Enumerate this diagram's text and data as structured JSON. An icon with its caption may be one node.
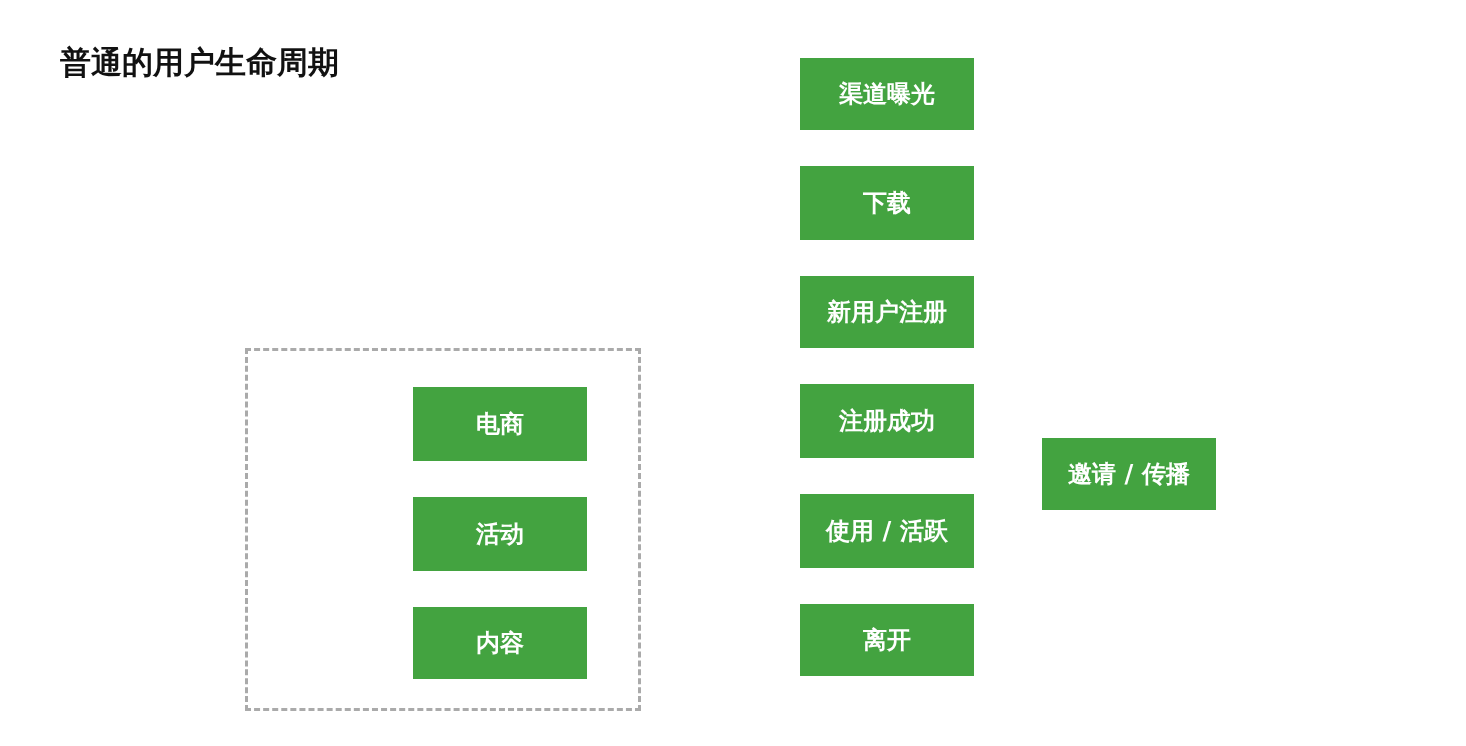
{
  "diagram": {
    "title": "普通的用户生命周期",
    "nodes": [
      {
        "text": [
          "渠道曝光"
        ]
      },
      {
        "text": [
          "下载"
        ]
      },
      {
        "text": [
          "新用户注册"
        ]
      },
      {
        "text": [],
        "shape": "box"
      },
      {
        "text": [
          "电商"
        ],
        "in": 3
      },
      {
        "text": [
          "注册成功"
        ]
      },
      {
        "text": [
          "邀请 / 传播"
        ]
      },
      {
        "text": [
          "活动"
        ],
        "in": 3
      },
      {
        "text": [
          "使用 / 活跃"
        ]
      },
      {
        "text": [
          "内容"
        ],
        "in": 3
      },
      {
        "text": [
          "离开"
        ]
      }
    ]
  }
}
